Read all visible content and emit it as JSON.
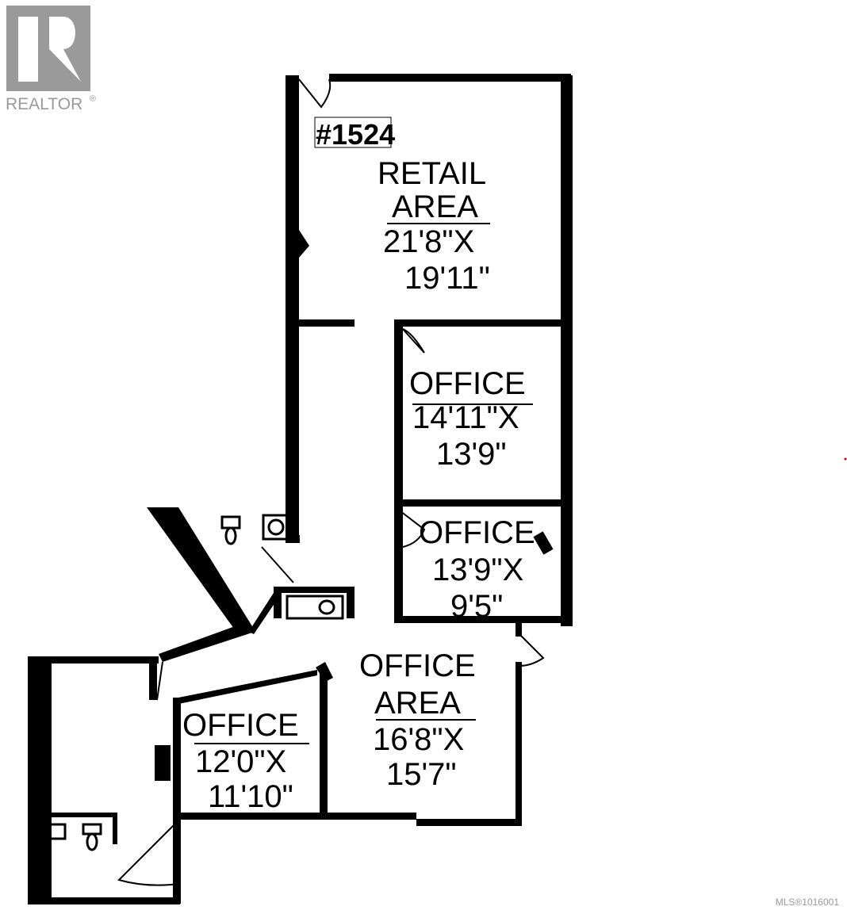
{
  "logo": {
    "text": "REALTOR",
    "mark": "®"
  },
  "unit_number": "#1524",
  "rooms": [
    {
      "name": "RETAIL",
      "name2": "AREA",
      "dim1": "21'8\"X",
      "dim2": "19'11\""
    },
    {
      "name": "OFFICE",
      "dim1": "14'11\"X",
      "dim2": "13'9\""
    },
    {
      "name": "OFFICE",
      "dim1": "13'9\"X",
      "dim2": "9'5\""
    },
    {
      "name": "OFFICE",
      "name2": "AREA",
      "dim1": "16'8\"X",
      "dim2": "15'7\""
    },
    {
      "name": "OFFICE",
      "dim1": "12'0\"X",
      "dim2": "11'10\""
    }
  ],
  "mls": "MLS®1016001",
  "colors": {
    "wall": "#000000",
    "logo": "#9a9a9a"
  }
}
